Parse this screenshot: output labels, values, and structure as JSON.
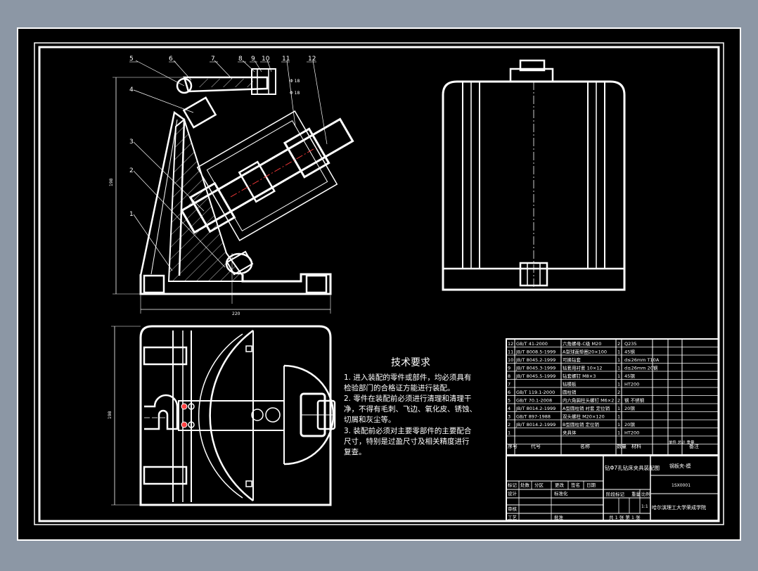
{
  "drawing": {
    "balloons": [
      "5",
      "6",
      "7",
      "8",
      "9",
      "10",
      "11",
      "12",
      "4",
      "3",
      "2",
      "1"
    ],
    "tech_req": {
      "title": "技术要求",
      "lines": [
        "1. 进入装配的零件或部件，均必须具有",
        "检验部门的合格证方能进行装配。",
        "2. 零件在装配前必须进行清理和清理干",
        "净，不得有毛刺、飞边、氧化皮、锈蚀、",
        "切屑和灰尘等。",
        "3. 装配前必须对主要零部件的主要配合",
        "尺寸，特别是过盈尺寸及相关精度进行",
        "复查。"
      ]
    },
    "bom": [
      {
        "no": "12",
        "code": "GB/T 41-2000",
        "name": "六角螺母-C级 M20",
        "qty": "2",
        "mat": "Q235",
        "note": ""
      },
      {
        "no": "11",
        "code": "JB/T 8008.5-1999",
        "name": "A型球面垫圈20×100",
        "qty": "1",
        "mat": "45钢",
        "note": ""
      },
      {
        "no": "10",
        "code": "JB/T 8045.2-1999",
        "name": "可换钻套",
        "qty": "1",
        "mat": "d≤26mm T10A",
        "note": ""
      },
      {
        "no": "9",
        "code": "JB/T 8045.3-1999",
        "name": "钻套用衬套 10×12",
        "qty": "1",
        "mat": "d≤26mm 20钢",
        "note": ""
      },
      {
        "no": "8",
        "code": "JB/T 8045.5-1999",
        "name": "钻套螺钉 M8×3",
        "qty": "1",
        "mat": "45钢",
        "note": ""
      },
      {
        "no": "7",
        "code": "",
        "name": "钻模板",
        "qty": "1",
        "mat": "HT200",
        "note": ""
      },
      {
        "no": "6",
        "code": "GB/T 119.1-2000",
        "name": "圆柱销",
        "qty": "2",
        "mat": "",
        "note": ""
      },
      {
        "no": "5",
        "code": "GB/T 70.1-2008",
        "name": "内六角圆柱头螺钉 M6×2",
        "qty": "2",
        "mat": "钢 不锈钢",
        "note": ""
      },
      {
        "no": "4",
        "code": "JB/T 8014.2-1999",
        "name": "A型圆柱销 衬套 定位销",
        "qty": "1",
        "mat": "20钢",
        "note": ""
      },
      {
        "no": "3",
        "code": "GB/T 897-1988",
        "name": "双头螺柱 M20×120",
        "qty": "1",
        "mat": "",
        "note": ""
      },
      {
        "no": "2",
        "code": "JB/T 8014.2-1999",
        "name": "B型圆柱销 定位销",
        "qty": "1",
        "mat": "20钢",
        "note": ""
      },
      {
        "no": "1",
        "code": "",
        "name": "夹具体",
        "qty": "1",
        "mat": "HT200",
        "note": ""
      }
    ],
    "bom_header": {
      "no": "序号",
      "code": "代号",
      "name": "名称",
      "qty": "数量",
      "mat": "材料",
      "weight": "单件 总计 重量",
      "note": "备注"
    },
    "title_block": {
      "drawing_title": "钻Φ7孔钻床夹具装配图",
      "part_code": "钢板夹-模",
      "drawing_no": "1SX0001",
      "school": "哈尔滨理工大学荣成学院",
      "row_labels": [
        "标记",
        "处数",
        "分区",
        "更改",
        "签名",
        "日期"
      ],
      "designer": "设计",
      "standard": "标准化",
      "reviewer": "审核",
      "process": "工艺",
      "approve": "批准",
      "stage_label": "阶段标记",
      "weight_label": "重量",
      "scale_label": "比例",
      "scale_value": "1:1",
      "sheet": "共 1 张  第 1 张"
    }
  }
}
